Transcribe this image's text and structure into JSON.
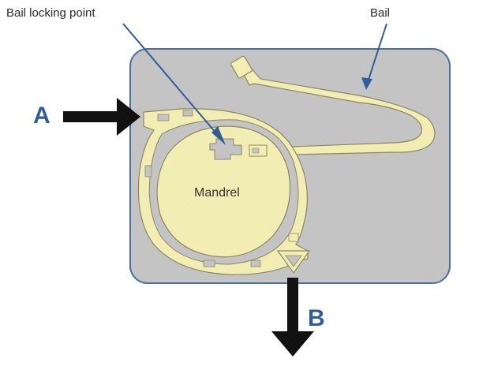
{
  "labels": {
    "bail_locking_point": "Bail locking point",
    "bail": "Bail",
    "mandrel": "Mandrel",
    "a": "A",
    "b": "B"
  },
  "colors": {
    "panel_fill": "#c4c4c4",
    "panel_border": "#4a6fa5",
    "part_fill": "#f2eeb3",
    "part_stroke": "#8a8760",
    "label_blue": "#2f5d9a",
    "leader_blue": "#2f5d9a",
    "arrow_black": "#111111"
  },
  "icons": {
    "force_arrow_a": "right-arrow-icon",
    "force_arrow_b": "down-arrow-icon"
  }
}
